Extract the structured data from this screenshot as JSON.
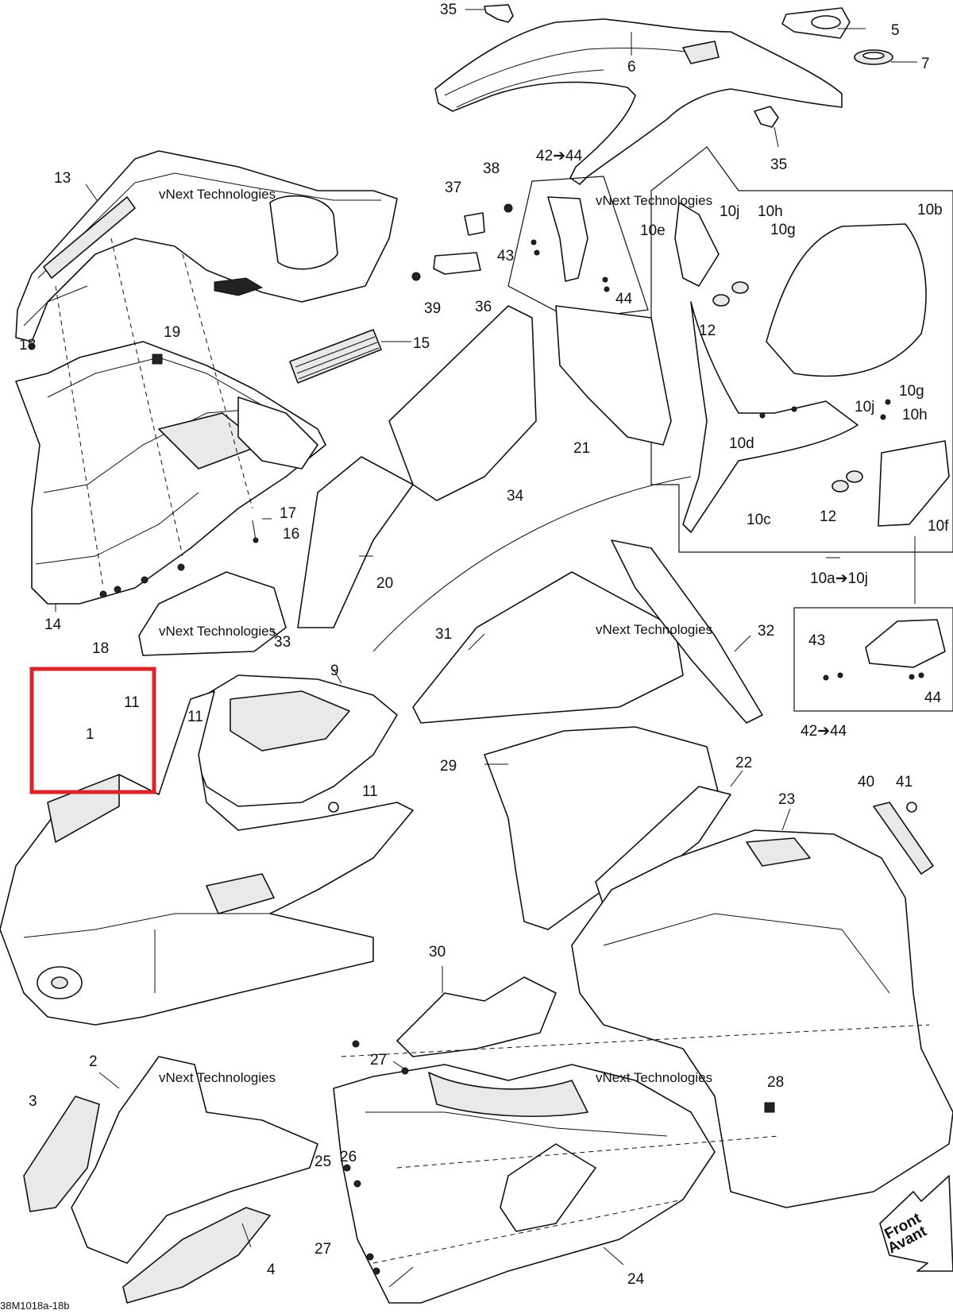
{
  "diagram": {
    "footer_code": "38M1018a-18b",
    "front_arrow": {
      "line1": "Front",
      "line2": "Avant"
    },
    "highlight_color": "#d9252a",
    "watermark": {
      "line1": "vNext Technologies",
      "line2": "Technologies"
    },
    "labels": {
      "l35a": "35",
      "l5": "5",
      "l6": "6",
      "l7": "7",
      "l35b": "35",
      "l13": "13",
      "l38": "38",
      "l37": "37",
      "l4244a": "42➔44",
      "l10j": "10j",
      "l10h": "10h",
      "l10g": "10g",
      "l10b": "10b",
      "l10e": "10e",
      "l43a": "43",
      "l44a": "44",
      "l39": "39",
      "l36": "36",
      "l12a": "12",
      "l18a": "18",
      "l19": "19",
      "l15": "15",
      "l21": "21",
      "l10g2": "10g",
      "l10j2": "10j",
      "l10h2": "10h",
      "l10d": "10d",
      "l34": "34",
      "l17": "17",
      "l16": "16",
      "l10c": "10c",
      "l12b": "12",
      "l10f": "10f",
      "l20": "20",
      "l10a": "10a➔10j",
      "l14": "14",
      "l18b": "18",
      "l33": "33",
      "l31": "31",
      "l32": "32",
      "l43b": "43",
      "l44b": "44",
      "l4244b": "42➔44",
      "l9": "9",
      "l11a": "11",
      "l1": "1",
      "l11b": "11",
      "l11c": "11",
      "l29": "29",
      "l22": "22",
      "l23": "23",
      "l40": "40",
      "l41": "41",
      "l30": "30",
      "l2": "2",
      "l27a": "27",
      "l28": "28",
      "l3": "3",
      "l25": "25",
      "l26": "26",
      "l27b": "27",
      "l4": "4",
      "l24": "24"
    }
  }
}
